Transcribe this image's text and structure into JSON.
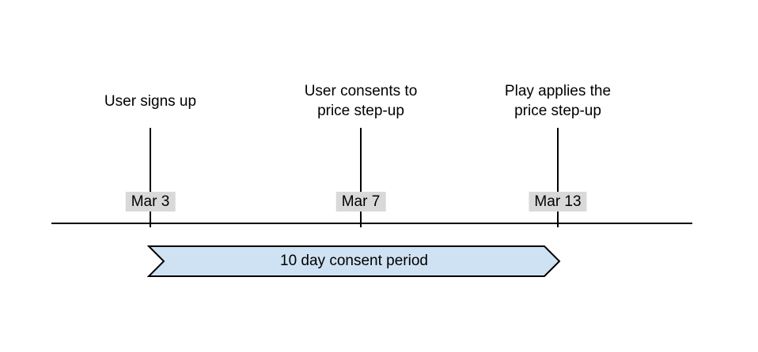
{
  "diagram": {
    "events": [
      {
        "label": "User signs up",
        "date": "Mar 3"
      },
      {
        "label": "User consents to\nprice step-up",
        "date": "Mar 7"
      },
      {
        "label": "Play applies the\nprice step-up",
        "date": "Mar 13"
      }
    ],
    "period_label": "10 day consent period"
  },
  "colors": {
    "banner-fill": "#cfe2f3",
    "banner-border": "#000000",
    "date-badge-bg": "#d9d9d9",
    "line-color": "#000000",
    "text-color": "#000000",
    "background": "#ffffff"
  }
}
